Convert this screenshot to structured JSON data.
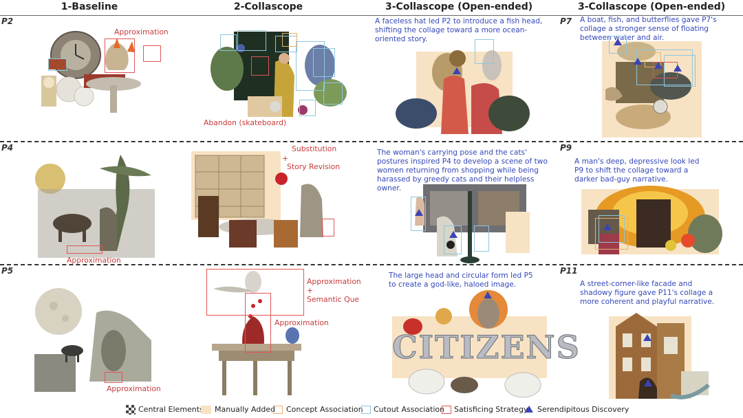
{
  "columns": {
    "c1": "1-Baseline",
    "c2": "2-Collascope",
    "c3": "3-Collascope (Open-ended)",
    "c4": "3-Collascope (Open-ended)"
  },
  "rows": {
    "r1_left": "P2",
    "r1_right": "P7",
    "r2_left": "P4",
    "r2_right": "P9",
    "r3_left": "P5",
    "r3_right": "P11"
  },
  "annotations": {
    "p2_baseline": "Approximation",
    "p2_collascope": "Abandon (skateboard)",
    "p4_baseline": "Approximation",
    "p4_collascope_1": "Substitution",
    "p4_collascope_plus": "+",
    "p4_collascope_2": "Story Revision",
    "p5_baseline": "Approximation",
    "p5_collascope_a1": "Approximation",
    "p5_collascope_plus": "+",
    "p5_collascope_a2": "Semantic Que",
    "p5_collascope_b": "Approximation"
  },
  "captions": {
    "p2": "A faceless hat led P2 to introduce a fish head, shifting the collage toward a more ocean-oriented story.",
    "p7": "A boat, fish, and butterflies gave P7's collage a stronger sense of floating between water and air.",
    "p4": "The woman's carrying pose and the cats' postures inspired P4 to develop a scene of two women returning from shopping while being harassed by greedy cats and their helpless owner.",
    "p9": "A man's deep, depressive look led P9 to shift the collage toward a darker bad-guy narrative.",
    "p5": "The large head and circular form led P5 to create a god-like, haloed image.",
    "p11": "A street-corner-like facade and shadowy figure gave P11's collage a more coherent and playful narrative."
  },
  "collage_text": {
    "citizens": "CITIZENS"
  },
  "legend": {
    "central": "Central Elements",
    "manual": "Manually Added",
    "concept": "Concept Association",
    "cutout": "Cutout Association",
    "satisficing": "Satisficing Strategy",
    "serendipity": "Serendipitous Discovery"
  },
  "colors": {
    "manual": "#f7e2c4",
    "concept": "#e8b26a",
    "cutout": "#8fc6de",
    "satisficing": "#e05555",
    "serendipity": "#3a44b5",
    "caption_blue": "#3447b8",
    "annotation_red": "#c63a3a"
  }
}
